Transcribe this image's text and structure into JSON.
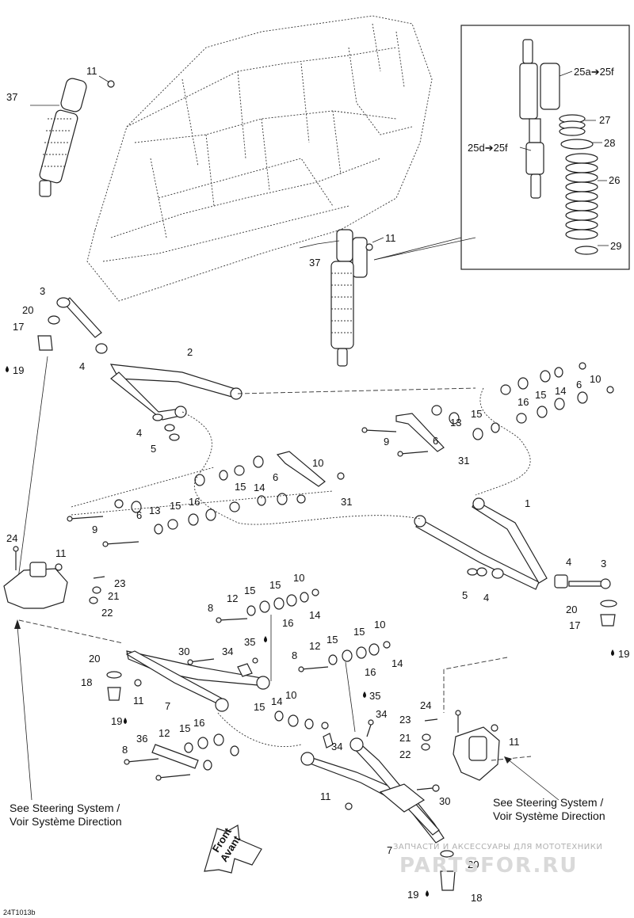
{
  "diagram": {
    "drawing_code": "24T1013b",
    "notes": {
      "steering_left": [
        "See Steering System /",
        "Voir Système Direction"
      ],
      "steering_right": [
        "See Steering System /",
        "Voir Système Direction"
      ],
      "front_arrow": [
        "Front",
        "Avant"
      ]
    },
    "watermark": {
      "top": "ЗАПЧАСТИ И АКСЕССУАРЫ ДЛЯ МОТОТЕХНИКИ",
      "brand": "PARTSFOR.RU"
    },
    "callouts": {
      "c11_top": "11",
      "c37_top": "37",
      "c25a": "25a➔25f",
      "c27": "27",
      "c25d": "25d➔25f",
      "c28": "28",
      "c26": "26",
      "c29": "29",
      "c11_mid": "11",
      "c37_mid": "37",
      "c3_left": "3",
      "c20_left": "20",
      "c17_left": "17",
      "c19_left": "19",
      "c2": "2",
      "c4_a": "4",
      "c4_b": "4",
      "c5_left": "5",
      "c10_r1": "10",
      "c6_r1": "6",
      "c14_r1": "14",
      "c15_r1": "15",
      "c16_r1": "16",
      "c13_r1": "13",
      "c15_r2": "15",
      "c6_r2": "6",
      "c9_r": "9",
      "c31_r": "31",
      "c10_l": "10",
      "c6_l": "6",
      "c15_l": "15",
      "c14_l": "14",
      "c31_l": "31",
      "c6_l2": "6",
      "c13_l": "13",
      "c15_l2": "15",
      "c16_l": "16",
      "c9_l": "9",
      "c1": "1",
      "c4_r": "4",
      "c5_r": "5",
      "c4_r2": "4",
      "c3_r": "3",
      "c20_r": "20",
      "c17_r": "17",
      "c19_r": "19",
      "c24_l": "24",
      "c11_l": "11",
      "c23_l": "23",
      "c21_l": "21",
      "c22_l": "22",
      "c8_a": "8",
      "c12_a": "12",
      "c15_a": "15",
      "c15_a2": "15",
      "c10_a": "10",
      "c16_a": "16",
      "c14_a": "14",
      "c8_b": "8",
      "c12_b": "12",
      "c15_b": "15",
      "c15_b2": "15",
      "c10_b": "10",
      "c16_b": "16",
      "c14_b": "14",
      "c30_l": "30",
      "c34_l": "34",
      "c35_l": "35",
      "c20_l2": "20",
      "c18_l": "18",
      "c11_l2": "11",
      "c7_l": "7",
      "c19_l2": "19",
      "c15_c": "15",
      "c14_c": "14",
      "c10_c": "10",
      "c36": "36",
      "c12_c": "12",
      "c15_c2": "15",
      "c16_c": "16",
      "c8_c": "8",
      "c35_r": "35",
      "c34_r": "34",
      "c34_r2": "34",
      "c24_r": "24",
      "c23_r": "23",
      "c21_r": "21",
      "c22_r": "22",
      "c11_r": "11",
      "c11_r2": "11",
      "c30_r": "30",
      "c7_r": "7",
      "c20_r2": "20",
      "c19_r2": "19",
      "c18_r": "18"
    }
  }
}
